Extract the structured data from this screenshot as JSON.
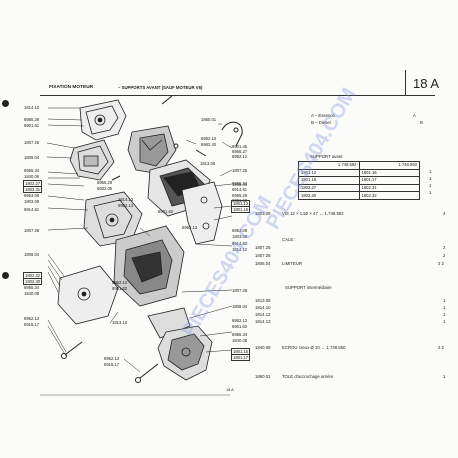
{
  "header": {
    "title": "FIXATION MOTEUR",
    "subtitle": "– SUPPORTS AVANT (SAUF MOTEUR V6)",
    "page_code": "18 A"
  },
  "legend": {
    "a": "A – Essence",
    "a_flag": "A",
    "b": "B – Diesel",
    "b_flag": "B"
  },
  "support_avant": {
    "heading": "SUPPORT avant",
    "rows": [
      {
        "left": "1.748.592",
        "right": "1.748.593",
        "qty": ""
      },
      {
        "left": "1801.13",
        "right": "1801.16",
        "qty": "1"
      },
      {
        "left": "1801.15",
        "right": "1801.17",
        "qty": "1"
      },
      {
        "left": "1802.27",
        "right": "1802.31",
        "qty": "1"
      },
      {
        "left": "1802.30",
        "right": "1802.32",
        "qty": "1"
      }
    ]
  },
  "parts_list": [
    {
      "ref": "1803.09",
      "desc": "VIS 12 × 1,50 × 47 ↔ 1.748.592",
      "qty": "4"
    },
    {
      "ref": "",
      "desc": "CALE :",
      "qty": ""
    },
    {
      "ref": "1807.25",
      "desc": "",
      "qty": "2"
    },
    {
      "ref": "1807.28",
      "desc": "",
      "qty": "2"
    },
    {
      "ref": "1808.04",
      "desc": "LIMITEUR",
      "qty": "2 2"
    },
    {
      "ref": "",
      "desc": "SUPPORT intermédiaire",
      "qty": ""
    },
    {
      "ref": "1813.08",
      "desc": "",
      "qty": "1"
    },
    {
      "ref": "1814.10",
      "desc": "",
      "qty": "1"
    },
    {
      "ref": "1814.12",
      "desc": "",
      "qty": "1"
    },
    {
      "ref": "1814.13",
      "desc": "",
      "qty": "1"
    },
    {
      "ref": "1840.08",
      "desc": "ECROU creux Ø 10 ↔ 1.748.550",
      "qty": "2 2"
    },
    {
      "ref": "1860.01",
      "desc": "TOLE d'accrochage arrière",
      "qty": "1"
    }
  ],
  "diagram_labels": {
    "l1814_10_top": "1814.10",
    "l6955_26": "6955.26",
    "l6901_61": "6901.61",
    "l1807_25_a": "1807.25",
    "l1808_04_a": "1808.04",
    "l6955_34_a": "6955.34",
    "l1840_06": "1840.06",
    "l1802_27": "1802.27",
    "l1802_31": "1802.31",
    "l6953_08_a": "6953.08",
    "l1803_09_a": "1803.09",
    "l6914_61_a": "6914.61",
    "l1807_28_a": "1807.28",
    "l1808_04_b": "1808.04",
    "l1802_32": "1802.32",
    "l1802_30": "1802.30",
    "l6955_34_b": "6955.34",
    "l1840_08_a": "1840.08",
    "l6962_13_a": "6962.13",
    "l6915_17_a": "6915.17",
    "l1813_10": "1813.10",
    "l1860_01": "1860.01",
    "l6962_13_b": "6962.13",
    "l6962_40": "6962.40",
    "l6901_45": "6901.45",
    "l6955_27": "6955.27",
    "l6962_12": "6962.12",
    "l1813_08": "1813.08",
    "l1807_25_b": "1807.25",
    "l1808_04_c": "1808.04",
    "l6955_26_b": "6955.26",
    "l6901_62_a": "6901.62",
    "l6955_28": "6955.28",
    "l6932_05": "6932.05",
    "l1814_13": "1814.13",
    "l6962_13_c": "6962.13",
    "l6955_34_c": "6955.34",
    "l6914_61_b": "6914.61",
    "l1801_13": "1801.13",
    "l1801_16": "1801.16",
    "l6901_62_b": "6901.62",
    "l6962_13_d": "6962.13",
    "l6953_08_b": "6953.08",
    "l1803_09_b": "1803.09",
    "l6914_61_c": "6914.61",
    "l1814_12": "1814.12",
    "l1807_28_b": "1807.28",
    "l6962_13_e": "6962.13",
    "l6901_62_c": "6901.62",
    "l1808_04_d": "1808.04",
    "l6962_13_f": "6962.13",
    "l6901_62_d": "6901.62",
    "l6955_34_d": "6955.34",
    "l1840_08_b": "1840.08",
    "l6962_13_g": "6962.13",
    "l6915_17_b": "6915.17",
    "l1801_15": "1801.15",
    "l1801_17": "1801.17",
    "footer_code": "18 A"
  },
  "watermark": "PIECES404.COM",
  "colors": {
    "ink": "#222222",
    "paper": "#fbfbf9",
    "watermark": "#7896dc"
  }
}
